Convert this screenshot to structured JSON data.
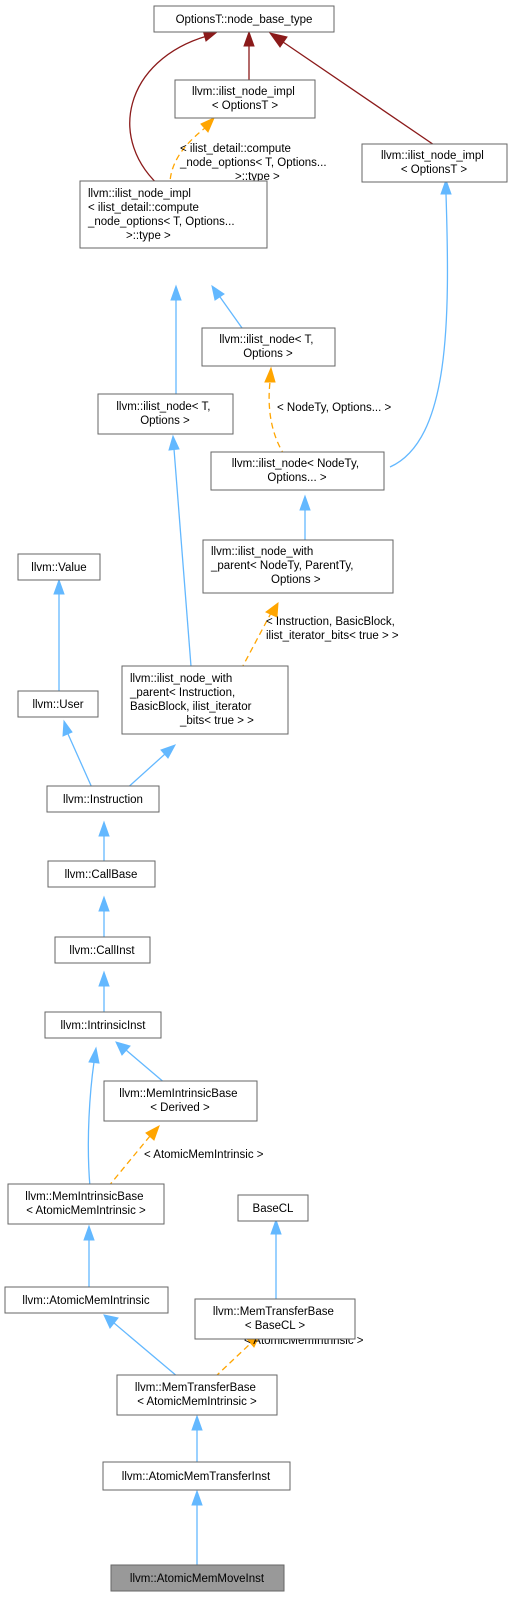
{
  "nodes": {
    "options_base": [
      "OptionsT::node_base_type"
    ],
    "impl_top": [
      "llvm::ilist_node_impl",
      "< OptionsT >"
    ],
    "impl_right": [
      "llvm::ilist_node_impl",
      "< OptionsT >"
    ],
    "impl_compute": [
      "llvm::ilist_node_impl",
      "< ilist_detail::compute",
      "_node_options< T, Options...",
      ">::type >"
    ],
    "node_t_right": [
      "llvm::ilist_node< T,",
      "Options >"
    ],
    "node_t_left": [
      "llvm::ilist_node< T,",
      "Options >"
    ],
    "node_nodety": [
      "llvm::ilist_node< NodeTy,",
      "Options... >"
    ],
    "with_parent_generic": [
      "llvm::ilist_node_with",
      "_parent< NodeTy, ParentTy,",
      "Options >"
    ],
    "value": [
      "llvm::Value"
    ],
    "user": [
      "llvm::User"
    ],
    "with_parent_inst": [
      "llvm::ilist_node_with",
      "_parent< Instruction,",
      "BasicBlock, ilist_iterator",
      "_bits< true > >"
    ],
    "instruction": [
      "llvm::Instruction"
    ],
    "callbase": [
      "llvm::CallBase"
    ],
    "callinst": [
      "llvm::CallInst"
    ],
    "intrinsicinst": [
      "llvm::IntrinsicInst"
    ],
    "memintrinsicbase_derived": [
      "llvm::MemIntrinsicBase",
      "< Derived >"
    ],
    "basecl": [
      "BaseCL"
    ],
    "memintrinsicbase_atomic": [
      "llvm::MemIntrinsicBase",
      "< AtomicMemIntrinsic >"
    ],
    "memtransferbase_basecl": [
      "llvm::MemTransferBase",
      "< BaseCL >"
    ],
    "atomicmemintrinsic": [
      "llvm::AtomicMemIntrinsic"
    ],
    "memtransferbase_atomic": [
      "llvm::MemTransferBase",
      "< AtomicMemIntrinsic >"
    ],
    "atomicmemtransferinst": [
      "llvm::AtomicMemTransferInst"
    ],
    "atomicmemmoveinst": [
      "llvm::AtomicMemMoveInst"
    ]
  },
  "edge_labels": {
    "compute_options": [
      "< ilist_detail::compute",
      "_node_options< T, Options...",
      ">::type >"
    ],
    "nodety_options": [
      "< NodeTy, Options... >"
    ],
    "instruction_basicblock": [
      "< Instruction, BasicBlock,",
      "ilist_iterator_bits< true > >"
    ],
    "atomic_mem_intrinsic_1": [
      "< AtomicMemIntrinsic >"
    ],
    "atomic_mem_intrinsic_2": [
      "< AtomicMemIntrinsic >"
    ]
  },
  "colors": {
    "public_inheritance": "#63b8ff",
    "template_instance": "#ffa500",
    "dark_inheritance": "#8b1a1a",
    "current_class_fill": "#999999"
  }
}
